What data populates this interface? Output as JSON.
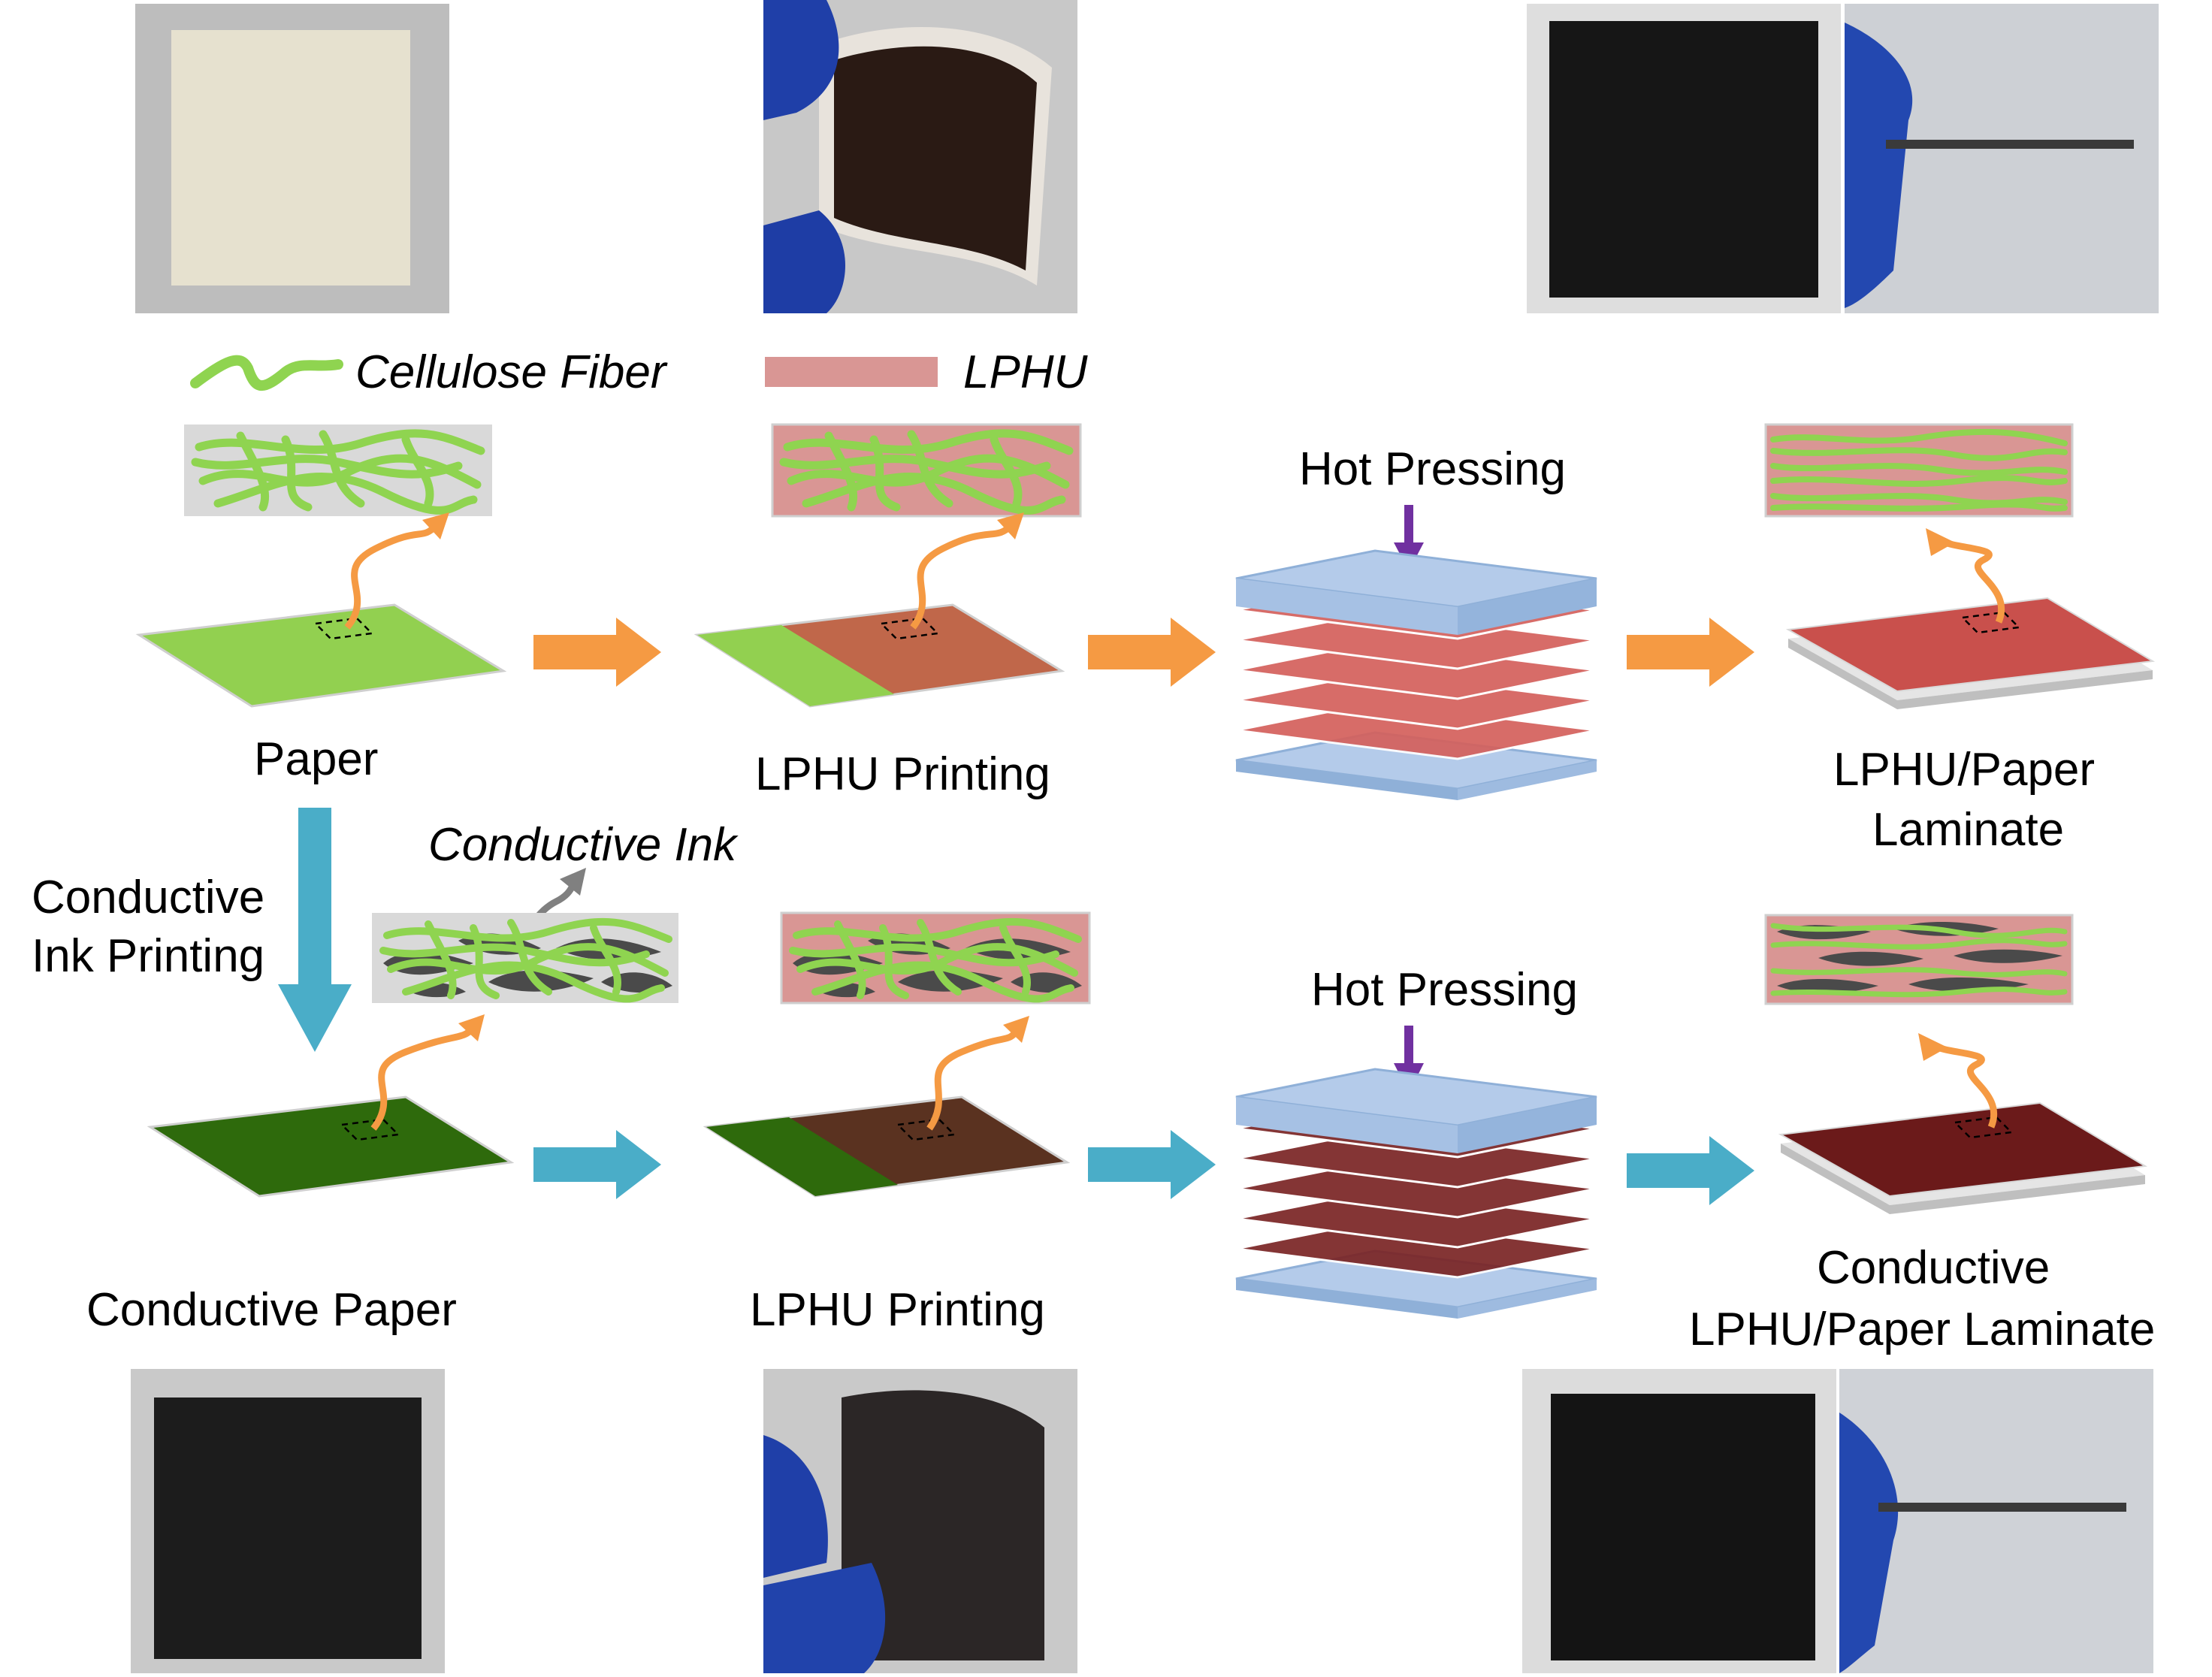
{
  "legend": {
    "cellulose_fiber": "Cellulose Fiber",
    "lphu": "LPHU",
    "conductive_ink": "Conductive Ink"
  },
  "top_row": {
    "paper_label": "Paper",
    "printing_label": "LPHU Printing",
    "hot_pressing_label": "Hot Pressing",
    "laminate_label_line1": "LPHU/Paper",
    "laminate_label_line2": "Laminate"
  },
  "transition": {
    "label_line1": "Conductive",
    "label_line2": "Ink Printing"
  },
  "bottom_row": {
    "paper_label": "Conductive Paper",
    "printing_label": "LPHU Printing",
    "hot_pressing_label": "Hot Pressing",
    "laminate_label_line1": "Conductive",
    "laminate_label_line2": "LPHU/Paper Laminate"
  },
  "colors": {
    "fiber_green": "#8fd450",
    "paper_green": "#92d050",
    "lphu_pink": "#d99694",
    "lphu_brown": "#c0674a",
    "laminate_red": "#c9504c",
    "conductive_green": "#2e6a0c",
    "conductive_brown": "#5a3220",
    "laminate_dark": "#6b1a1a",
    "orange_arrow": "#f59a43",
    "teal_arrow": "#4aadc8",
    "purple_arrow": "#7030a0",
    "plate_blue": "#b4cbea",
    "ink_gray": "#4a4a4a"
  }
}
